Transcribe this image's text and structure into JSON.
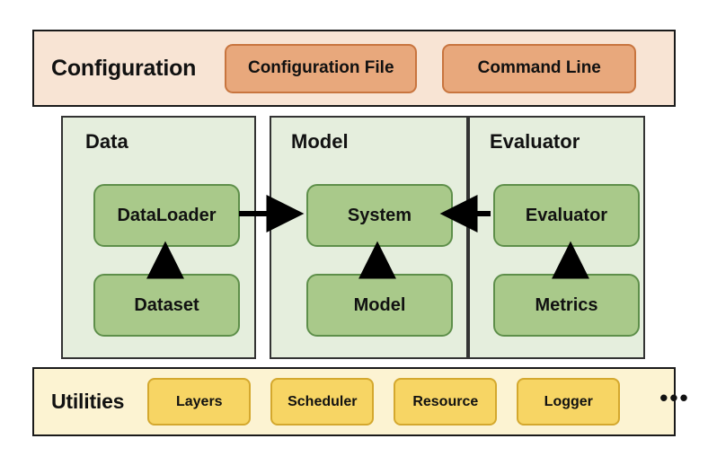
{
  "diagram": {
    "title_config": "Configuration",
    "title_utilities": "Utilities",
    "config_buttons": [
      {
        "label": "Configuration File"
      },
      {
        "label": "Command Line"
      }
    ],
    "utility_buttons": [
      {
        "label": "Layers"
      },
      {
        "label": "Scheduler"
      },
      {
        "label": "Resource"
      },
      {
        "label": "Logger"
      }
    ],
    "utilities_ellipsis": "•••",
    "panels": [
      {
        "title": "Data",
        "top_node": "DataLoader",
        "bottom_node": "Dataset"
      },
      {
        "title": "Model",
        "top_node": "System",
        "bottom_node": "Model"
      },
      {
        "title": "Evaluator",
        "top_node": "Evaluator",
        "bottom_node": "Metrics"
      }
    ],
    "connections": [
      {
        "from": "DataLoader",
        "to": "System",
        "direction": "right"
      },
      {
        "from": "Evaluator",
        "to": "System",
        "direction": "left"
      },
      {
        "from": "Dataset",
        "to": "DataLoader",
        "direction": "up"
      },
      {
        "from": "Model",
        "to": "System",
        "direction": "up"
      },
      {
        "from": "Metrics",
        "to": "Evaluator",
        "direction": "up"
      }
    ],
    "colors": {
      "config_band_bg": "#f8e4d4",
      "config_button_fill": "#e8a87c",
      "config_button_border": "#c8753f",
      "panel_bg": "#e5eedd",
      "node_fill": "#a9c98a",
      "node_border": "#5e8f4a",
      "utilities_band_bg": "#fcf3d2",
      "utility_button_fill": "#f7d564",
      "utility_button_border": "#d4a82e",
      "arrow": "#000000",
      "outline": "#1a1a1a"
    }
  }
}
